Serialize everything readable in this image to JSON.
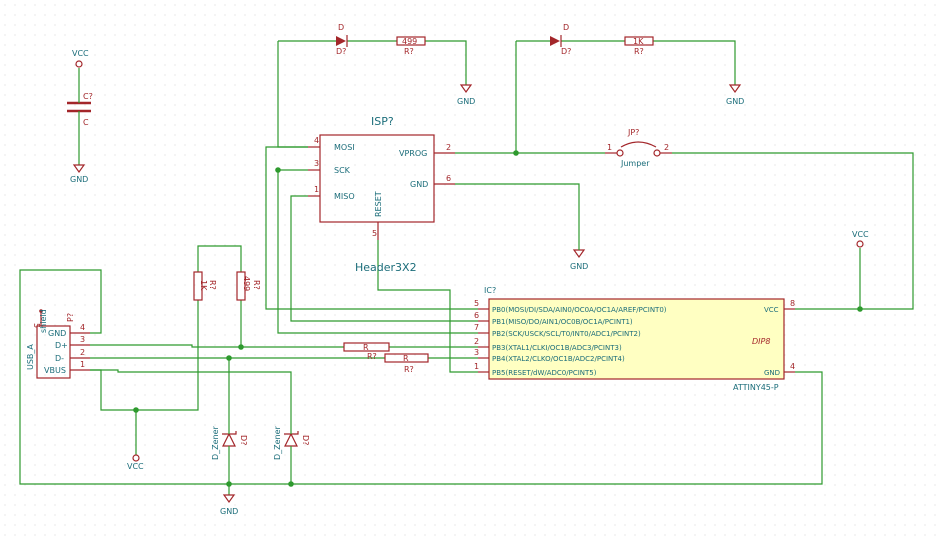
{
  "power": {
    "vcc": "VCC",
    "gnd": "GND"
  },
  "diodes": [
    {
      "value": "D",
      "ref": "D?"
    },
    {
      "value": "D",
      "ref": "D?"
    }
  ],
  "resistors": {
    "r499_top": {
      "value": "499",
      "ref": "R?"
    },
    "r1k_top": {
      "value": "1K",
      "ref": "R?"
    },
    "r1k_left": {
      "value": "1K",
      "ref": "R?"
    },
    "r499_left": {
      "value": "499",
      "ref": "R?"
    },
    "r_d_plus": {
      "value": "R",
      "ref": "R?"
    },
    "r_d_minus": {
      "value": "R",
      "ref": "R?"
    }
  },
  "capacitor": {
    "ref": "C?",
    "value": "C"
  },
  "isp": {
    "ref": "ISP?",
    "value": "Header3X2",
    "pins": {
      "mosi": "MOSI",
      "sck": "SCK",
      "miso": "MISO",
      "vprog": "VPROG",
      "gnd": "GND",
      "reset": "RESET"
    },
    "pin_numbers": {
      "mosi": "4",
      "sck": "3",
      "miso": "1",
      "vprog": "2",
      "gnd": "6",
      "reset": "5"
    }
  },
  "jumper": {
    "ref": "JP?",
    "value": "Jumper",
    "pin1": "1",
    "pin2": "2"
  },
  "usb": {
    "ref": "P?",
    "value": "USB_A",
    "shield": "shield",
    "pins": [
      "GND",
      "D+",
      "D-",
      "VBUS"
    ],
    "pin_numbers": [
      "4",
      "3",
      "2",
      "1"
    ],
    "shield_pin": "5"
  },
  "zeners": [
    {
      "value": "D_Zener",
      "ref": "D?"
    },
    {
      "value": "D_Zener",
      "ref": "D?"
    }
  ],
  "ic": {
    "ref": "IC?",
    "value": "ATTINY45-P",
    "package": "DIP8",
    "pins": [
      {
        "num": "5",
        "name": "PB0(MOSI/DI/SDA/AIN0/OC0A/OC1A/AREF/PCINT0)"
      },
      {
        "num": "6",
        "name": "PB1(MISO/DO/AIN1/OC0B/OC1A/PCINT1)"
      },
      {
        "num": "7",
        "name": "PB2(SCK/USCK/SCL/T0/INT0/ADC1/PCINT2)"
      },
      {
        "num": "2",
        "name": "PB3(XTAL1/CLKI/OC1B/ADC3/PCINT3)"
      },
      {
        "num": "3",
        "name": "PB4(XTAL2/CLKO/OC1B/ADC2/PCINT4)"
      },
      {
        "num": "1",
        "name": "PB5(RESET/dW/ADC0/PCINT5)"
      }
    ],
    "vcc": {
      "num": "8",
      "name": "VCC"
    },
    "gnd": {
      "num": "4",
      "name": "GND"
    }
  },
  "colors": {
    "wire": "#2e9a2e",
    "component": "#a3262a",
    "text": "#1b6d7a",
    "ic_fill": "#ffffc2"
  }
}
